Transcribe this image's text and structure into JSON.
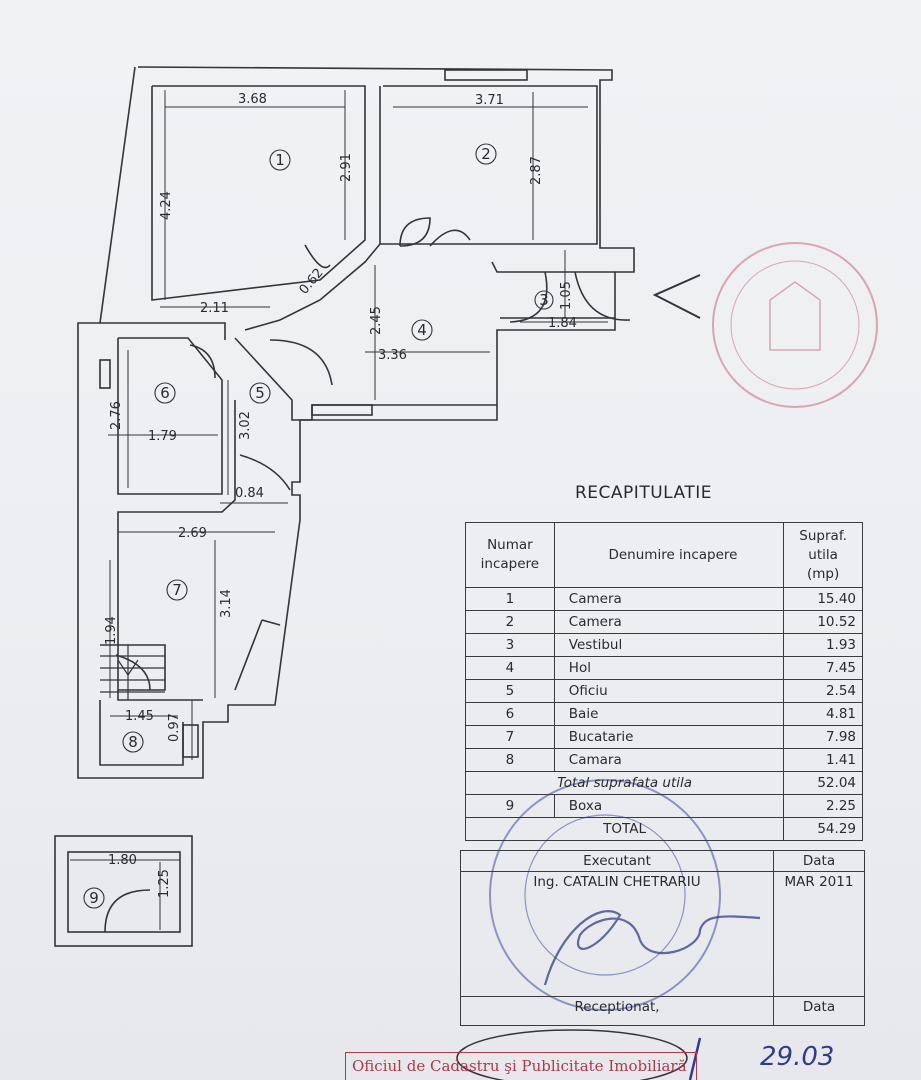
{
  "plan": {
    "dimensions": [
      "3.68",
      "2.91",
      "4.24",
      "2.11",
      "0.62",
      "3.71",
      "2.87",
      "1.05",
      "1.84",
      "2.45",
      "3.36",
      "2.76",
      "1.79",
      "3.02",
      "0.84",
      "2.69",
      "3.14",
      "1.94",
      "1.45",
      "0.97",
      "1.80",
      "1.25"
    ],
    "rooms": [
      "1",
      "2",
      "3",
      "4",
      "5",
      "6",
      "7",
      "8",
      "9"
    ],
    "entrance_marker": "<"
  },
  "recap": {
    "title": "RECAPITULATIE",
    "headers": [
      "Numar incapere",
      "Denumire incapere",
      "Supraf. utila (mp)"
    ],
    "rows": [
      {
        "nr": "1",
        "name": "Camera",
        "area": "15.40"
      },
      {
        "nr": "2",
        "name": "Camera",
        "area": "10.52"
      },
      {
        "nr": "3",
        "name": "Vestibul",
        "area": "1.93"
      },
      {
        "nr": "4",
        "name": "Hol",
        "area": "7.45"
      },
      {
        "nr": "5",
        "name": "Oficiu",
        "area": "2.54"
      },
      {
        "nr": "6",
        "name": "Baie",
        "area": "4.81"
      },
      {
        "nr": "7",
        "name": "Bucatarie",
        "area": "7.98"
      },
      {
        "nr": "8",
        "name": "Camara",
        "area": "1.41"
      }
    ],
    "subtotal_label": "Total suprafata utila",
    "subtotal_value": "52.04",
    "extra_row": {
      "nr": "9",
      "name": "Boxa",
      "area": "2.25"
    },
    "total_label": "TOTAL",
    "total_value": "54.29"
  },
  "signature": {
    "executant_label": "Executant",
    "date_label": "Data",
    "executant_name": "Ing. CATALIN CHETRARIU",
    "executant_date": "MAR 2011",
    "receptionat_label": "Receptionat,",
    "receptionat_date_label": "Data"
  },
  "footer": {
    "office_label": "Oficiul de Cadastru şi Publicitate Imobiliară",
    "handwritten_date": "29.03"
  },
  "colors": {
    "ink": "#2a2a30",
    "stamp_blue": "#4d5aa8",
    "stamp_red": "#c46b7a",
    "footer_red": "#b5364a"
  }
}
